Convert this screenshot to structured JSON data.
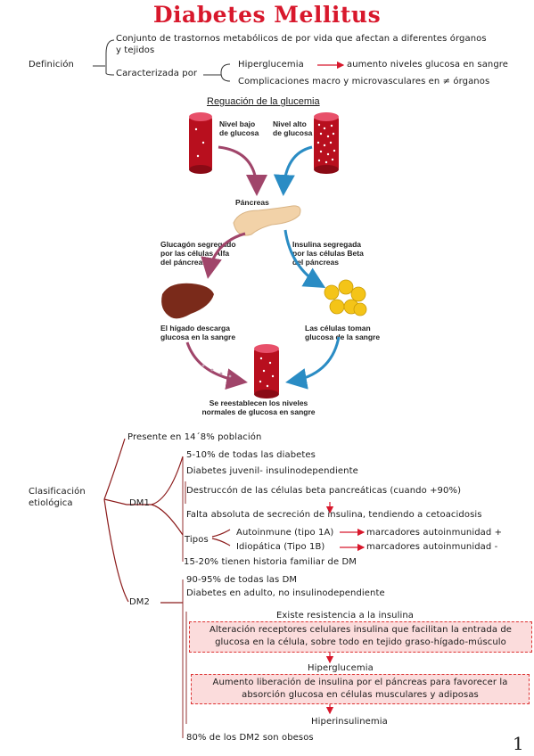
{
  "title": "Diabetes Mellitus",
  "definition": {
    "label": "Definición",
    "line1a": "Conjunto de trastornos metabólicos de por vida que afectan a diferentes órganos",
    "line1b": "y tejidos",
    "line2": "Caracterizada por",
    "hiper": "Hiperglucemia",
    "hiper_result": "aumento niveles glucosa en sangre",
    "complic": "Complicaciones macro y microvasculares en ≠ órganos"
  },
  "regulation": {
    "title": "Reguación de la glucemia",
    "low": [
      "Nivel bajo",
      "de glucosa"
    ],
    "high": [
      "Nivel alto",
      "de glucosa"
    ],
    "pancreas": "Páncreas",
    "glucagon": [
      "Glucagón segregado",
      "por las células Alfa",
      "del páncreas"
    ],
    "insulin": [
      "Insulina segregada",
      "por las células Beta",
      "del páncreas"
    ],
    "liver": [
      "El hígado descarga",
      "glucosa en la sangre"
    ],
    "cells": [
      "Las células toman",
      "glucosa de la sangre"
    ],
    "restore": [
      "Se reestablecen los niveles",
      "normales de glucosa en sangre"
    ]
  },
  "classification": {
    "label": [
      "Clasificación",
      "etiológica"
    ],
    "present": "Presente en 14´8% población",
    "dm1": {
      "label": "DM1",
      "items": [
        "5-10% de todas las diabetes",
        "Diabetes juvenil- insulinodependiente",
        "Destruccón de las células beta pancreáticas (cuando +90%)",
        "Falta absoluta de secreción de insulina, tendiendo a cetoacidosis"
      ],
      "tipos": "Tipos",
      "auto": "Autoinmune (tipo 1A)",
      "auto_result": "marcadores autoinmunidad +",
      "idio": "Idiopática (Tipo 1B)",
      "idio_result": "marcadores autoinmunidad -",
      "family": "15-20% tienen historia familiar de DM"
    },
    "dm2": {
      "label": "DM2",
      "items": [
        "90-95% de todas las DM",
        "Diabetes en adulto, no insulinodependiente"
      ],
      "resistance": "Existe resistencia a la insulina",
      "box1": [
        "Alteración receptores celulares insulina que facilitan la entrada de",
        "glucosa en la célula, sobre todo en tejido graso-hígado-músculo"
      ],
      "hiperglucemia": "Hiperglucemia",
      "box2": [
        "Aumento liberación de insulina por el páncreas para favorecer la",
        "absorción glucosa en células musculares y adiposas"
      ],
      "hiperinsulinemia": "Hiperinsulinemia",
      "obese": "80% de los DM2 son obesos"
    }
  },
  "page_number": "1",
  "colors": {
    "title": "#d8182c",
    "arrow_red": "#d8182c",
    "arrow_purple": "#a0456a",
    "arrow_blue": "#2a8cc4",
    "box_fill": "#fbdcdc"
  }
}
